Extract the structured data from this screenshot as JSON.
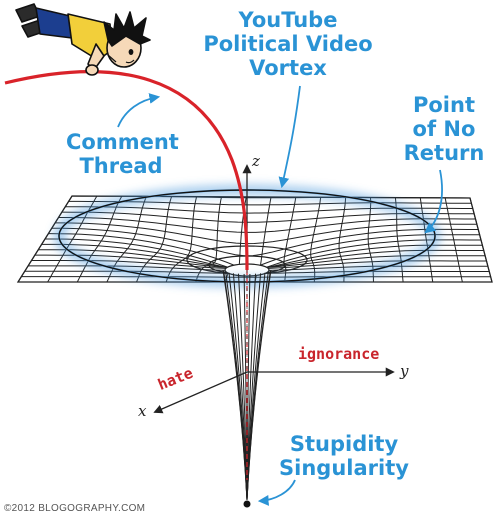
{
  "labels": {
    "vortex": [
      "YouTube",
      "Political Video",
      "Vortex"
    ],
    "point_of_no_return": [
      "Point",
      "of No",
      "Return"
    ],
    "comment_thread": [
      "Comment",
      "Thread"
    ],
    "singularity": [
      "Stupidity",
      "Singularity"
    ]
  },
  "axes": {
    "z": "z",
    "y": "y",
    "x": "x"
  },
  "axis_annotations": {
    "y": "ignorance",
    "x": "hate"
  },
  "copyright": "©2012 BLOGOGRAPHY.COM",
  "colors": {
    "label_blue": "#2a93d5",
    "thread_red": "#d9232a",
    "grid": "#222222",
    "glow": "#3b8fd8",
    "shirt": "#f2cf3a",
    "pants": "#1c3e8f"
  }
}
